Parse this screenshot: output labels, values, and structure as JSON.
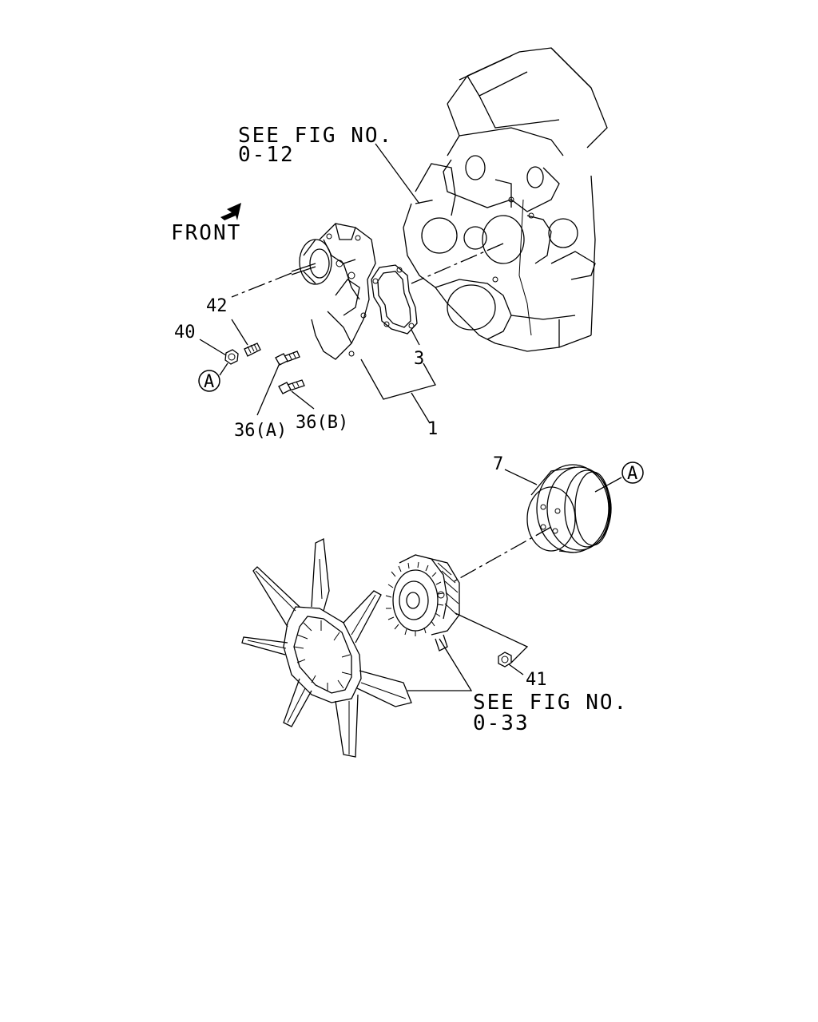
{
  "labels": {
    "see_fig_top_line1": "SEE FIG NO.",
    "see_fig_top_line2": "0-12",
    "front": "FRONT",
    "part_42": "42",
    "part_40": "40",
    "callout_a_left": "A",
    "part_36a": "36(A)",
    "part_36b": "36(B)",
    "part_3": "3",
    "part_1": "1",
    "part_7": "7",
    "callout_a_right": "A",
    "part_41": "41",
    "see_fig_bottom_line1": "SEE FIG NO.",
    "see_fig_bottom_line2": "0-33"
  }
}
